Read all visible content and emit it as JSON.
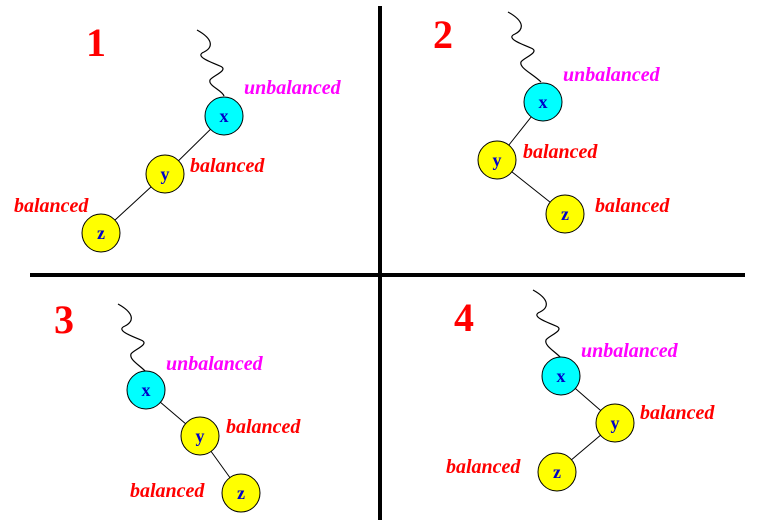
{
  "colors": {
    "number": "#ff0000",
    "unbalanced": "#ff00ff",
    "balanced": "#ff0000",
    "node_x": "#00ffff",
    "node_yz": "#ffff00",
    "node_text": "#0000c8",
    "divider": "#000000"
  },
  "quadrants": [
    {
      "number": "1",
      "x_node": {
        "name": "x",
        "state": "unbalanced"
      },
      "y_node": {
        "name": "y",
        "state": "balanced"
      },
      "z_node": {
        "name": "z",
        "state": "balanced"
      }
    },
    {
      "number": "2",
      "x_node": {
        "name": "x",
        "state": "unbalanced"
      },
      "y_node": {
        "name": "y",
        "state": "balanced"
      },
      "z_node": {
        "name": "z",
        "state": "balanced"
      }
    },
    {
      "number": "3",
      "x_node": {
        "name": "x",
        "state": "unbalanced"
      },
      "y_node": {
        "name": "y",
        "state": "balanced"
      },
      "z_node": {
        "name": "z",
        "state": "balanced"
      }
    },
    {
      "number": "4",
      "x_node": {
        "name": "x",
        "state": "unbalanced"
      },
      "y_node": {
        "name": "y",
        "state": "balanced"
      },
      "z_node": {
        "name": "z",
        "state": "balanced"
      }
    }
  ]
}
